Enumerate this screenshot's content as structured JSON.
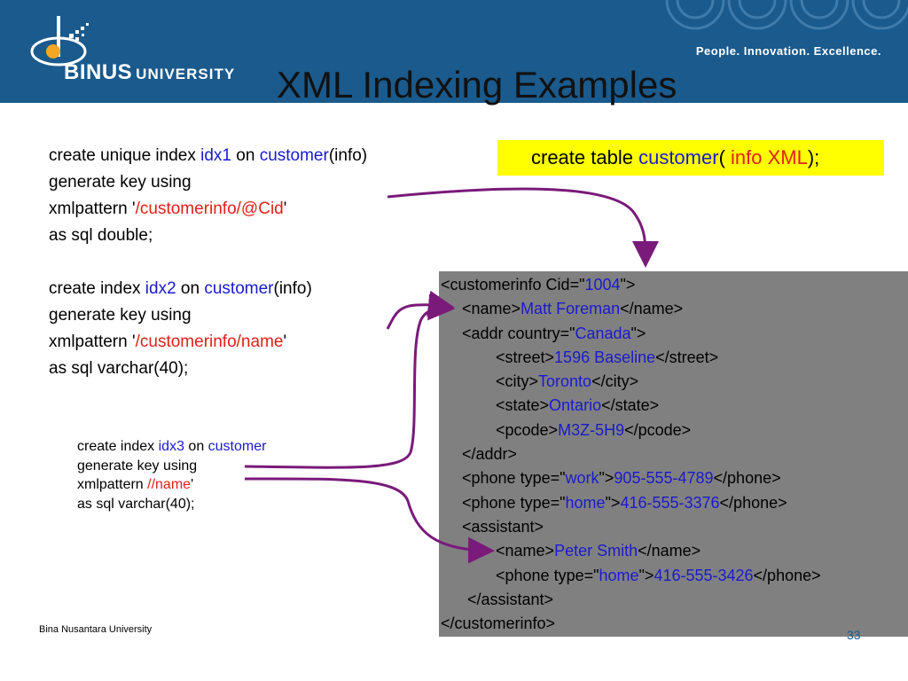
{
  "header": {
    "logo_main": "BINUS",
    "logo_sub": "UNIVERSITY",
    "tagline": "People. Innovation. Excellence."
  },
  "title": "XML Indexing Examples",
  "index1": {
    "line1_a": "create unique index ",
    "line1_name": "idx1",
    "line1_on": " on ",
    "line1_table": "customer",
    "line1_col": "(info)",
    "line2": "generate key using",
    "line3_a": "xmlpattern '",
    "line3_path": "/customerinfo/@Cid",
    "line3_b": "'",
    "line4": "as sql double;"
  },
  "index2": {
    "line1_a": "create index ",
    "line1_name": "idx2",
    "line1_on": " on ",
    "line1_table": "customer",
    "line1_col": "(info)",
    "line2": "generate key using",
    "line3_a": "xmlpattern '",
    "line3_path": "/customerinfo/name",
    "line3_b": "'",
    "line4": "as sql varchar(40);"
  },
  "index3": {
    "line1_a": "create index ",
    "line1_name": "idx3",
    "line1_on": " on ",
    "line1_table": "customer",
    "line2": "generate key using",
    "line3_a": "xmlpattern  ",
    "line3_path": "//name",
    "line3_b": "'",
    "line4": "as sql varchar(40);"
  },
  "create_table": {
    "a": "create table ",
    "table": "customer",
    "paren": "( ",
    "col": "info XML",
    "end": ");"
  },
  "xml": {
    "l1_a": "<customerinfo Cid=\"",
    "l1_v": "1004",
    "l1_b": "\">",
    "l2_a": "<name>",
    "l2_v": "Matt Foreman",
    "l2_b": "</name>",
    "l3_a": "<addr country=\"",
    "l3_v": "Canada",
    "l3_b": "\">",
    "l4_a": "<street>",
    "l4_v": "1596 Baseline",
    "l4_b": "</street>",
    "l5_a": "<city>",
    "l5_v": "Toronto",
    "l5_b": "</city>",
    "l6_a": "<state>",
    "l6_v": "Ontario",
    "l6_b": "</state>",
    "l7_a": "<pcode>",
    "l7_v": "M3Z-5H9",
    "l7_b": "</pcode>",
    "l8": "</addr>",
    "l9_a": "<phone type=\"",
    "l9_v1": "work",
    "l9_b": "\">",
    "l9_v2": "905-555-4789",
    "l9_c": "</phone>",
    "l10_a": "<phone type=\"",
    "l10_v1": "home",
    "l10_b": "\">",
    "l10_v2": "416-555-3376",
    "l10_c": "</phone>",
    "l11": "<assistant>",
    "l12_a": "<name>",
    "l12_v": "Peter Smith",
    "l12_b": "</name>",
    "l13_a": "<phone type=\"",
    "l13_v1": "home",
    "l13_b": "\">",
    "l13_v2": "416-555-3426",
    "l13_c": "</phone>",
    "l14": "</assistant>",
    "l15": "</customerinfo>"
  },
  "footer": "Bina Nusantara University",
  "page_number": "33",
  "colors": {
    "header_bg": "#1a5a8c",
    "keyword": "#1a1acc",
    "path": "#e0201a",
    "highlight": "#ffff00",
    "xml_box": "#808080",
    "arrow": "#7a1a7a"
  }
}
